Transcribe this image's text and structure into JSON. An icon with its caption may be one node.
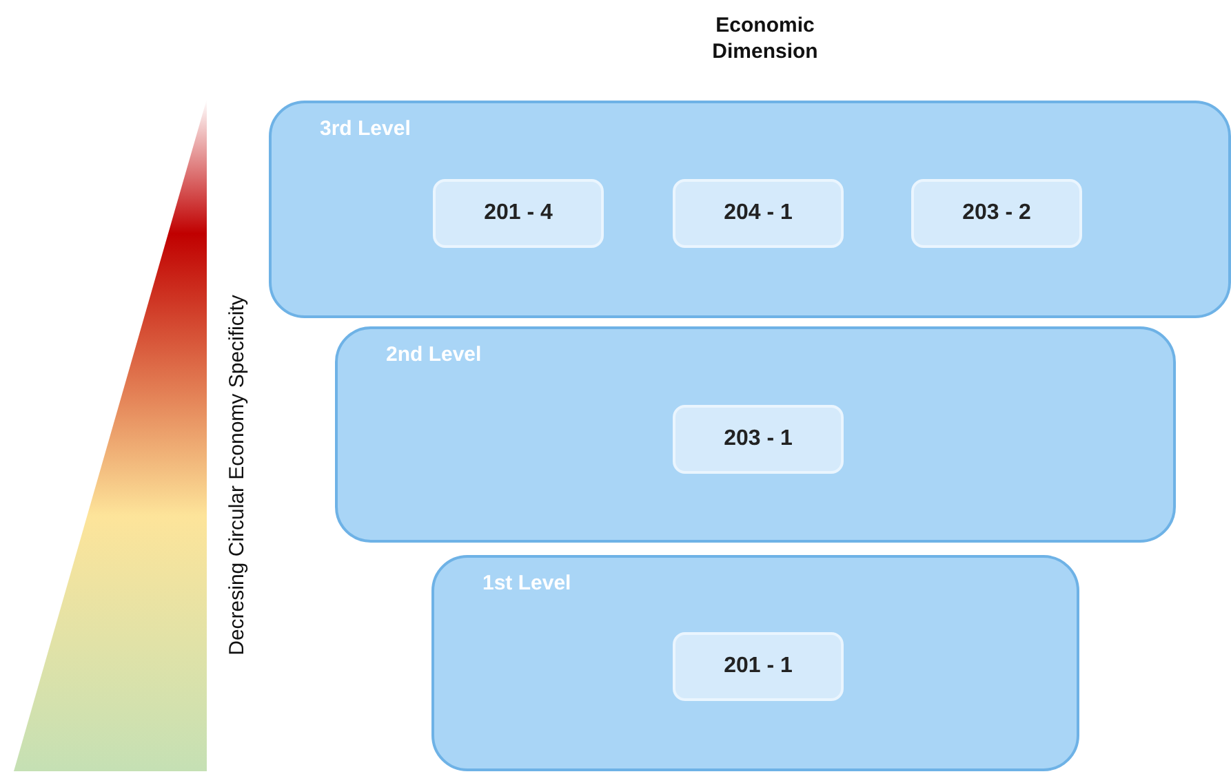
{
  "diagram": {
    "title": "Economic Dimension",
    "nodes": [
      {
        "text": [
          "3rd Level"
        ]
      },
      {
        "text": [
          "201 - 4"
        ],
        "in": 0
      },
      {
        "text": [
          "204 - 1"
        ],
        "in": 0
      },
      {
        "text": [
          "203 - 2"
        ],
        "in": 0
      },
      {
        "text": [
          "2nd Level"
        ]
      },
      {
        "text": [
          "203 - 1"
        ],
        "in": 4
      },
      {
        "text": [
          "1st Level"
        ]
      },
      {
        "text": [
          "201 - 1"
        ],
        "in": 6
      }
    ],
    "labels": [
      "Decresing Circular Economy Specificity"
    ]
  }
}
